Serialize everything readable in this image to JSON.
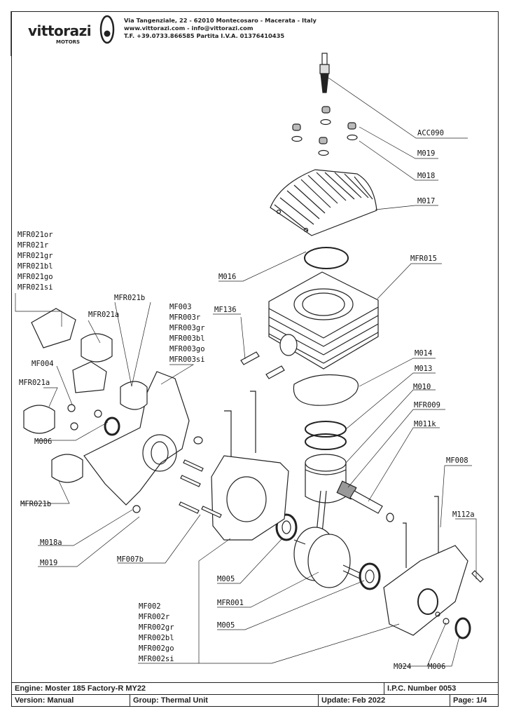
{
  "header": {
    "brand": "vittorazi",
    "brand_sub": "MOTORS",
    "address_lines": [
      "Via Tangenziale, 22 - 62010 Montecosaro - Macerata - Italy",
      "www.vittorazi.com - info@vittorazi.com",
      "T.F. +39.0733.866585 Partita I.V.A. 01376410435"
    ]
  },
  "callouts": {
    "acc090": "ACC090",
    "m019_top": "M019",
    "m018": "M018",
    "m017": "M017",
    "m016": "M016",
    "mfr015": "MFR015",
    "mf136": "MF136",
    "m014": "M014",
    "m013": "M013",
    "m010": "M010",
    "mfr009": "MFR009",
    "m011k": "M011k",
    "mf008": "MF008",
    "m112a": "M112a",
    "mfr021b_top": "MFR021b",
    "mfr021a_top": "MFR021a",
    "mf004": "MF004",
    "mfr021a_left": "MFR021a",
    "m006_left": "M006",
    "mfr021b_bottom": "MFR021b",
    "m018a": "M018a",
    "m019_bottom": "M019",
    "mf007b": "MF007b",
    "m005_top": "M005",
    "mfr001": "MFR001",
    "m005_bottom": "M005",
    "m024": "M024",
    "m006_right": "M006"
  },
  "stacks": {
    "mfr021_variants": [
      "MFR021or",
      "MFR021r",
      "MFR021gr",
      "MFR021bl",
      "MFR021go",
      "MFR021si"
    ],
    "mf003_variants": [
      "MF003",
      "MFR003r",
      "MFR003gr",
      "MFR003bl",
      "MFR003go",
      "MFR003si"
    ],
    "mf002_variants": [
      "MF002",
      "MFR002r",
      "MFR002gr",
      "MFR002bl",
      "MFR002go",
      "MFR002si"
    ]
  },
  "title_block": {
    "engine": "Engine: Moster 185 Factory-R MY22",
    "ipc_number": "I.P.C. Number 0053",
    "version": "Version: Manual",
    "group": "Group: Thermal Unit",
    "update": "Update: Feb 2022",
    "page": "Page: 1/4"
  }
}
